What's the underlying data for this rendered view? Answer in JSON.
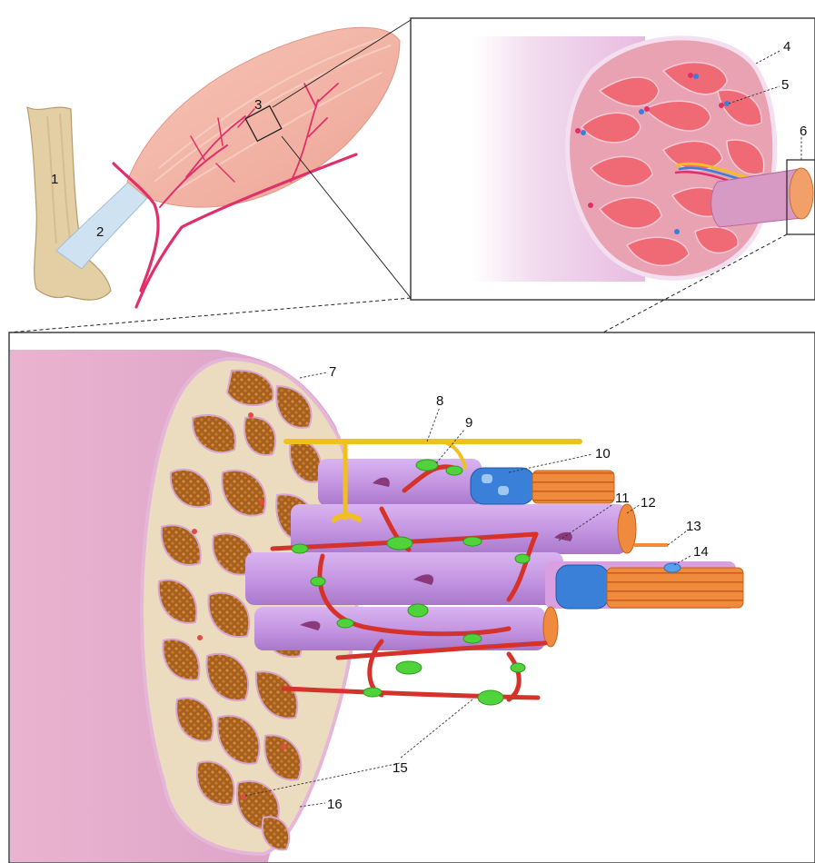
{
  "figure": {
    "labels": [
      "1",
      "2",
      "3",
      "4",
      "5",
      "6",
      "7",
      "8",
      "9",
      "10",
      "11",
      "12",
      "13",
      "14",
      "15",
      "16"
    ]
  },
  "colors": {
    "muscle_belly": "#f2b6a8",
    "tendon": "#e9d3a8",
    "bone": "#dcc7a0",
    "blood_vessel": "#e0306a",
    "perimysium_purple": "#d9a6cf",
    "fascicle_red": "#ec6f7a",
    "fiber_violet": "#c89ae0",
    "capillary_red": "#d5322c",
    "satellite_green": "#4fd23a",
    "nerve_yellow": "#f0c020",
    "myofibril_orange": "#f08a3c",
    "sarcoplasmic_reticulum_blue": "#3a7fd8",
    "endomysium_brown": "#9a5a1e",
    "epimysium_pink": "#e4b4d2"
  }
}
